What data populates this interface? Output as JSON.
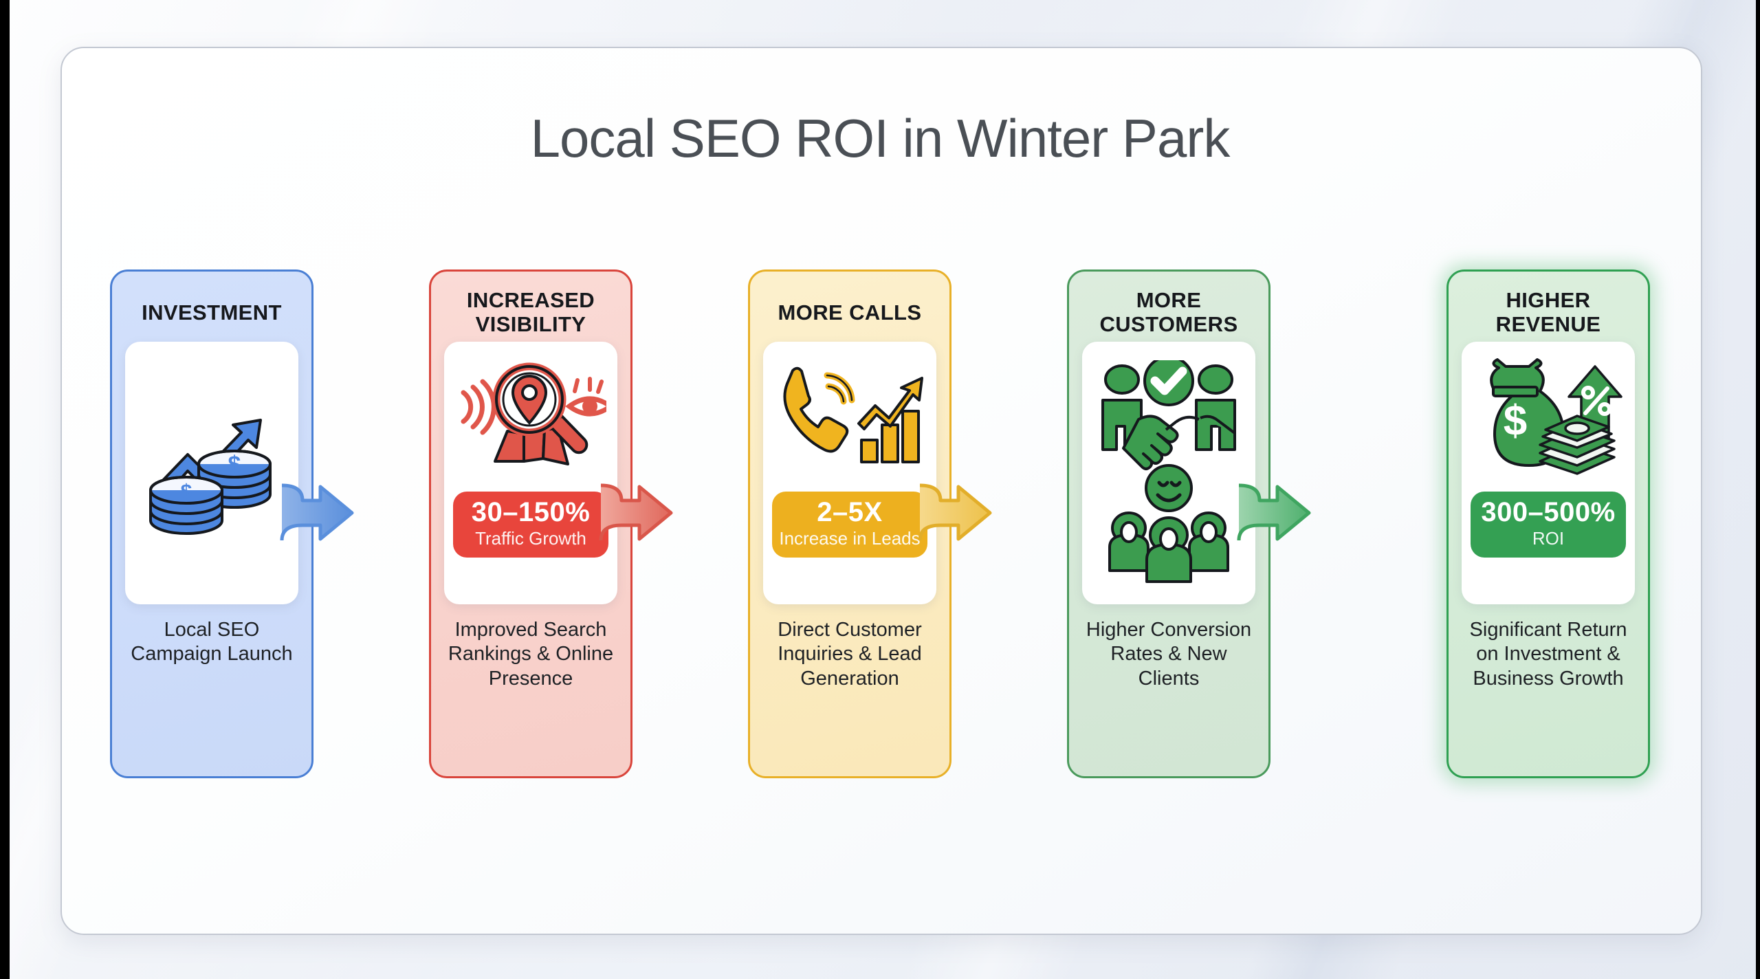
{
  "page": {
    "title": "Local SEO ROI in Winter Park",
    "background_color": "#f1f4f8",
    "panel_border_color": "#c3c8d2"
  },
  "flow": {
    "cards": [
      {
        "id": "investment",
        "title": "INVESTMENT",
        "icon": "coins-growth-arrow-icon",
        "accent_color": "#4a7fd4",
        "badge": null,
        "badge_sub": null,
        "caption": "Local SEO\nCampaign Launch"
      },
      {
        "id": "increased-visibility",
        "title": "INCREASED\nVISIBILITY",
        "icon": "map-pin-magnifier-eye-icon",
        "accent_color": "#d9453c",
        "badge": "30–150%",
        "badge_sub": "Traffic Growth",
        "caption": "Improved Search\nRankings & Online\nPresence"
      },
      {
        "id": "more-calls",
        "title": "MORE CALLS",
        "icon": "phone-ringing-bar-chart-icon",
        "accent_color": "#e8b028",
        "badge": "2–5X",
        "badge_sub": "Increase in Leads",
        "caption": "Direct Customer\nInquiries & Lead\nGeneration"
      },
      {
        "id": "more-customers",
        "title": "MORE\nCUSTOMERS",
        "icon": "handshake-people-check-icon",
        "accent_color": "#4a9a5c",
        "badge": null,
        "badge_sub": null,
        "caption": "Higher Conversion\nRates & New Clients"
      },
      {
        "id": "higher-revenue",
        "title": "HIGHER\nREVENUE",
        "icon": "money-bag-cash-percent-arrow-icon",
        "accent_color": "#2fa052",
        "badge": "300–500%",
        "badge_sub": "ROI",
        "caption": "Significant Return\non Investment &\nBusiness Growth"
      }
    ],
    "connectors": [
      {
        "id": "arrow-investment-to-visibility",
        "icon": "arrow-right-icon",
        "color": "#5a8fdc"
      },
      {
        "id": "arrow-visibility-to-calls",
        "icon": "arrow-right-icon",
        "color": "#e0685c"
      },
      {
        "id": "arrow-calls-to-customers",
        "icon": "arrow-right-icon",
        "color": "#edc14a"
      },
      {
        "id": "arrow-customers-to-revenue",
        "icon": "arrow-right-icon",
        "color": "#4fb06e"
      }
    ]
  },
  "chart_data": {
    "type": "diagram",
    "title": "Local SEO ROI in Winter Park",
    "stages": [
      "INVESTMENT",
      "INCREASED VISIBILITY",
      "MORE CALLS",
      "MORE CUSTOMERS",
      "HIGHER REVENUE"
    ],
    "metrics": [
      {
        "stage": "INCREASED VISIBILITY",
        "value": "30–150%",
        "label": "Traffic Growth",
        "low": 30,
        "high": 150,
        "unit": "%"
      },
      {
        "stage": "MORE CALLS",
        "value": "2–5X",
        "label": "Increase in Leads",
        "low": 2,
        "high": 5,
        "unit": "X"
      },
      {
        "stage": "HIGHER REVENUE",
        "value": "300–500%",
        "label": "ROI",
        "low": 300,
        "high": 500,
        "unit": "%"
      }
    ]
  }
}
